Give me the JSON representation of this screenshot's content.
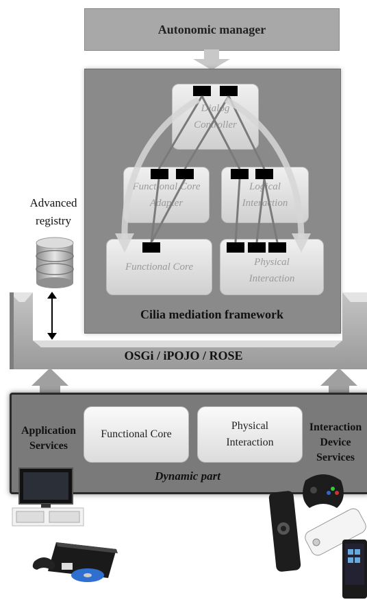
{
  "autonomic_manager": "Autonomic manager",
  "cilia": {
    "title": "Cilia mediation framework",
    "components": {
      "dialog_controller": "Dialog Controller",
      "functional_core_adapter": "Functional Core Adapter",
      "logical_interaction": "Logical Interaction",
      "functional_core": "Functional Core",
      "physical_interaction": "Physical Interaction"
    }
  },
  "registry_label": "Advanced registry",
  "platform_label": "OSGi / iPOJO / ROSE",
  "dynamic_part": {
    "label": "Dynamic part",
    "left_label": "Application Services",
    "right_label": "Interaction Device Services",
    "functional_core": "Functional Core",
    "physical_interaction": "Physical Interaction"
  }
}
